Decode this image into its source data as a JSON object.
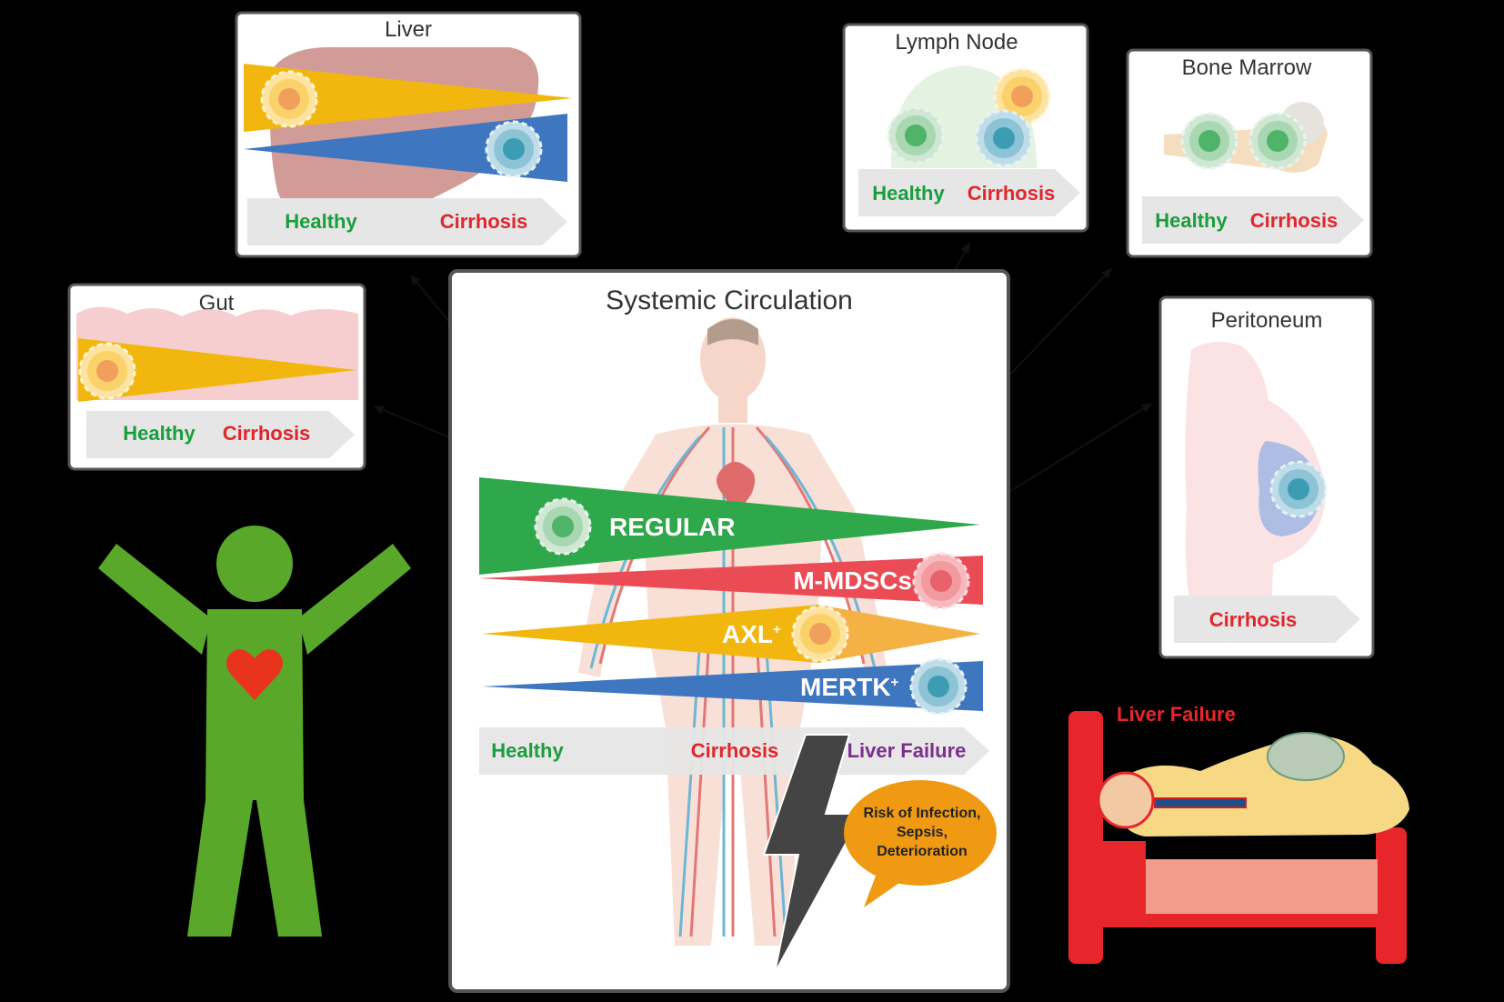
{
  "panels": {
    "liver": {
      "title": "Liver",
      "healthy": "Healthy",
      "cirrhosis": "Cirrhosis"
    },
    "gut": {
      "title": "Gut",
      "healthy": "Healthy",
      "cirrhosis": "Cirrhosis"
    },
    "lymph": {
      "title": "Lymph Node",
      "healthy": "Healthy",
      "cirrhosis": "Cirrhosis"
    },
    "marrow": {
      "title": "Bone Marrow",
      "healthy": "Healthy",
      "cirrhosis": "Cirrhosis"
    },
    "peritoneum": {
      "title": "Peritoneum",
      "cirrhosis": "Cirrhosis"
    }
  },
  "systemic": {
    "title": "Systemic Circulation",
    "wedges": {
      "regular": "REGULAR",
      "mmdsc": "M-MDSCs",
      "axl": "AXL",
      "axl_sup": "+",
      "mertk": "MERTK",
      "mertk_sup": "+"
    },
    "stages": {
      "healthy": "Healthy",
      "cirrhosis": "Cirrhosis",
      "failure": "Liver Failure"
    },
    "risk": [
      "Risk of Infection,",
      "Sepsis,",
      "Deterioration"
    ]
  },
  "liver_failure_label": "Liver Failure",
  "colors": {
    "regular": "#2ea84a",
    "mmdsc": "#ea4b55",
    "axl": "#f2b70e",
    "mertk": "#3f76c0",
    "person": "#5aa829",
    "heart": "#e8341c",
    "bed": "#e6262b",
    "speech": "#f09a13"
  },
  "icons": {
    "cell": "cell-icon",
    "arrow": "arrow-icon",
    "lightning": "lightning-bolt-icon",
    "heart": "heart-icon",
    "person": "healthy-person-icon",
    "bed": "hospital-bed-icon"
  }
}
